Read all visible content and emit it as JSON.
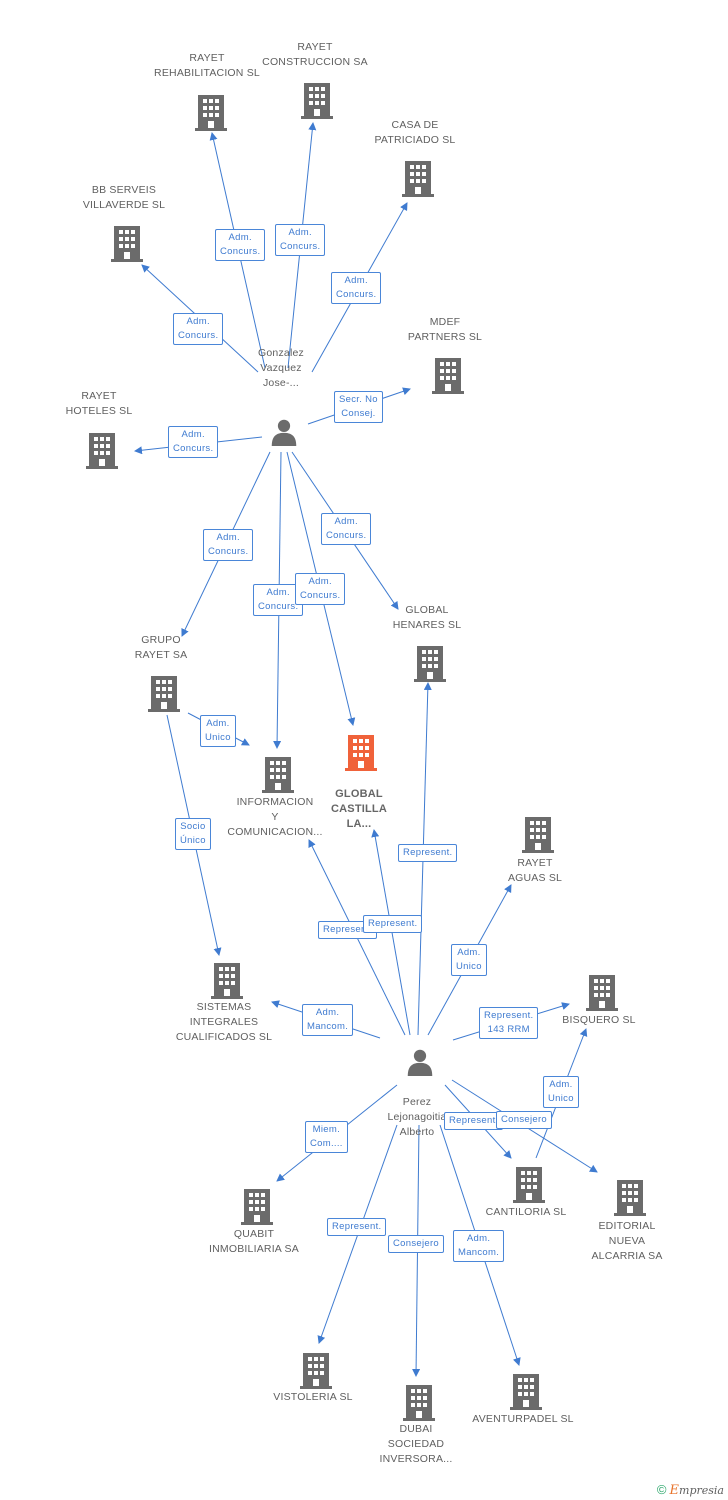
{
  "colors": {
    "building": "#6b6b6b",
    "highlight": "#f0623a",
    "edge": "#3f7bd0",
    "text": "#5f5f5f"
  },
  "nodes": [
    {
      "id": "gonzalez",
      "type": "person",
      "lines": [
        "Gonzalez",
        "Vazquez",
        "Jose-..."
      ]
    },
    {
      "id": "perez",
      "type": "person",
      "lines": [
        "Perez",
        "Lejonagoitia",
        "Alberto"
      ]
    },
    {
      "id": "global_castilla",
      "type": "company",
      "highlight": true,
      "lines": [
        "GLOBAL",
        "CASTILLA",
        "LA..."
      ]
    },
    {
      "id": "rayet_rehab",
      "type": "company",
      "lines": [
        "RAYET",
        "REHABILITACION SL"
      ]
    },
    {
      "id": "rayet_constr",
      "type": "company",
      "lines": [
        "RAYET",
        "CONSTRUCCION SA"
      ]
    },
    {
      "id": "casa_patriciado",
      "type": "company",
      "lines": [
        "CASA DE",
        "PATRICIADO SL"
      ]
    },
    {
      "id": "bb_serveis",
      "type": "company",
      "lines": [
        "BB SERVEIS",
        "VILLAVERDE SL"
      ]
    },
    {
      "id": "mdef",
      "type": "company",
      "lines": [
        "MDEF",
        "PARTNERS SL"
      ]
    },
    {
      "id": "rayet_hoteles",
      "type": "company",
      "lines": [
        "RAYET",
        "HOTELES SL"
      ]
    },
    {
      "id": "global_henares",
      "type": "company",
      "lines": [
        "GLOBAL",
        "HENARES SL"
      ]
    },
    {
      "id": "grupo_rayet",
      "type": "company",
      "lines": [
        "GRUPO",
        "RAYET SA"
      ]
    },
    {
      "id": "informacion",
      "type": "company",
      "lines": [
        "INFORMACION",
        "Y",
        "COMUNICACION..."
      ]
    },
    {
      "id": "rayet_aguas",
      "type": "company",
      "lines": [
        "RAYET",
        "AGUAS SL"
      ]
    },
    {
      "id": "sistemas",
      "type": "company",
      "lines": [
        "SISTEMAS",
        "INTEGRALES",
        "CUALIFICADOS SL"
      ]
    },
    {
      "id": "bisquero",
      "type": "company",
      "lines": [
        "BISQUERO SL"
      ]
    },
    {
      "id": "cantiloria",
      "type": "company",
      "lines": [
        "CANTILORIA SL"
      ]
    },
    {
      "id": "editorial",
      "type": "company",
      "lines": [
        "EDITORIAL",
        "NUEVA",
        "ALCARRIA SA"
      ]
    },
    {
      "id": "quabit",
      "type": "company",
      "lines": [
        "QUABIT",
        "INMOBILIARIA SA"
      ]
    },
    {
      "id": "vistoleria",
      "type": "company",
      "lines": [
        "VISTOLERIA SL"
      ]
    },
    {
      "id": "dubai",
      "type": "company",
      "lines": [
        "DUBAI",
        "SOCIEDAD",
        "INVERSORA..."
      ]
    },
    {
      "id": "aventurpadel",
      "type": "company",
      "lines": [
        "AVENTURPADEL SL"
      ]
    }
  ],
  "edges": [
    {
      "from": "gonzalez",
      "to": "rayet_rehab",
      "label": [
        "Adm.",
        "Concurs."
      ]
    },
    {
      "from": "gonzalez",
      "to": "rayet_constr",
      "label": [
        "Adm.",
        "Concurs."
      ]
    },
    {
      "from": "gonzalez",
      "to": "casa_patriciado",
      "label": [
        "Adm.",
        "Concurs."
      ]
    },
    {
      "from": "gonzalez",
      "to": "bb_serveis",
      "label": [
        "Adm.",
        "Concurs."
      ]
    },
    {
      "from": "gonzalez",
      "to": "mdef",
      "label": [
        "Secr.  No",
        "Consej."
      ]
    },
    {
      "from": "gonzalez",
      "to": "rayet_hoteles",
      "label": [
        "Adm.",
        "Concurs."
      ]
    },
    {
      "from": "gonzalez",
      "to": "grupo_rayet",
      "label": [
        "Adm.",
        "Concurs."
      ]
    },
    {
      "from": "gonzalez",
      "to": "informacion",
      "label": [
        "Adm.",
        "Concurs."
      ]
    },
    {
      "from": "gonzalez",
      "to": "global_castilla",
      "label": [
        "Adm.",
        "Concurs."
      ]
    },
    {
      "from": "gonzalez",
      "to": "global_henares",
      "label": [
        "Adm.",
        "Concurs."
      ]
    },
    {
      "from": "grupo_rayet",
      "to": "informacion",
      "label": [
        "Adm.",
        "Unico"
      ]
    },
    {
      "from": "grupo_rayet",
      "to": "sistemas",
      "label": [
        "Socio",
        "Único"
      ]
    },
    {
      "from": "perez",
      "to": "global_henares",
      "label": [
        "Represent."
      ]
    },
    {
      "from": "perez",
      "to": "informacion",
      "label": [
        "Represent."
      ]
    },
    {
      "from": "perez",
      "to": "global_castilla",
      "label": [
        "Represent."
      ]
    },
    {
      "from": "perez",
      "to": "rayet_aguas",
      "label": [
        "Adm.",
        "Unico"
      ]
    },
    {
      "from": "perez",
      "to": "sistemas",
      "label": [
        "Adm.",
        "Mancom."
      ]
    },
    {
      "from": "perez",
      "to": "bisquero",
      "label": [
        "Represent.",
        "143 RRM"
      ]
    },
    {
      "from": "cantiloria",
      "to": "bisquero",
      "label": [
        "Adm.",
        "Unico"
      ]
    },
    {
      "from": "perez",
      "to": "cantiloria",
      "label": [
        "Represent."
      ]
    },
    {
      "from": "perez",
      "to": "editorial",
      "label": [
        "Consejero"
      ]
    },
    {
      "from": "perez",
      "to": "quabit",
      "label": [
        "Miem.",
        "Com...."
      ]
    },
    {
      "from": "perez",
      "to": "vistoleria",
      "label": [
        "Represent."
      ]
    },
    {
      "from": "perez",
      "to": "dubai",
      "label": [
        "Consejero"
      ]
    },
    {
      "from": "perez",
      "to": "aventurpadel",
      "label": [
        "Adm.",
        "Mancom."
      ]
    }
  ],
  "footer": {
    "copyright": "©",
    "brand_e": "E",
    "brand_rest": "mpresia"
  }
}
